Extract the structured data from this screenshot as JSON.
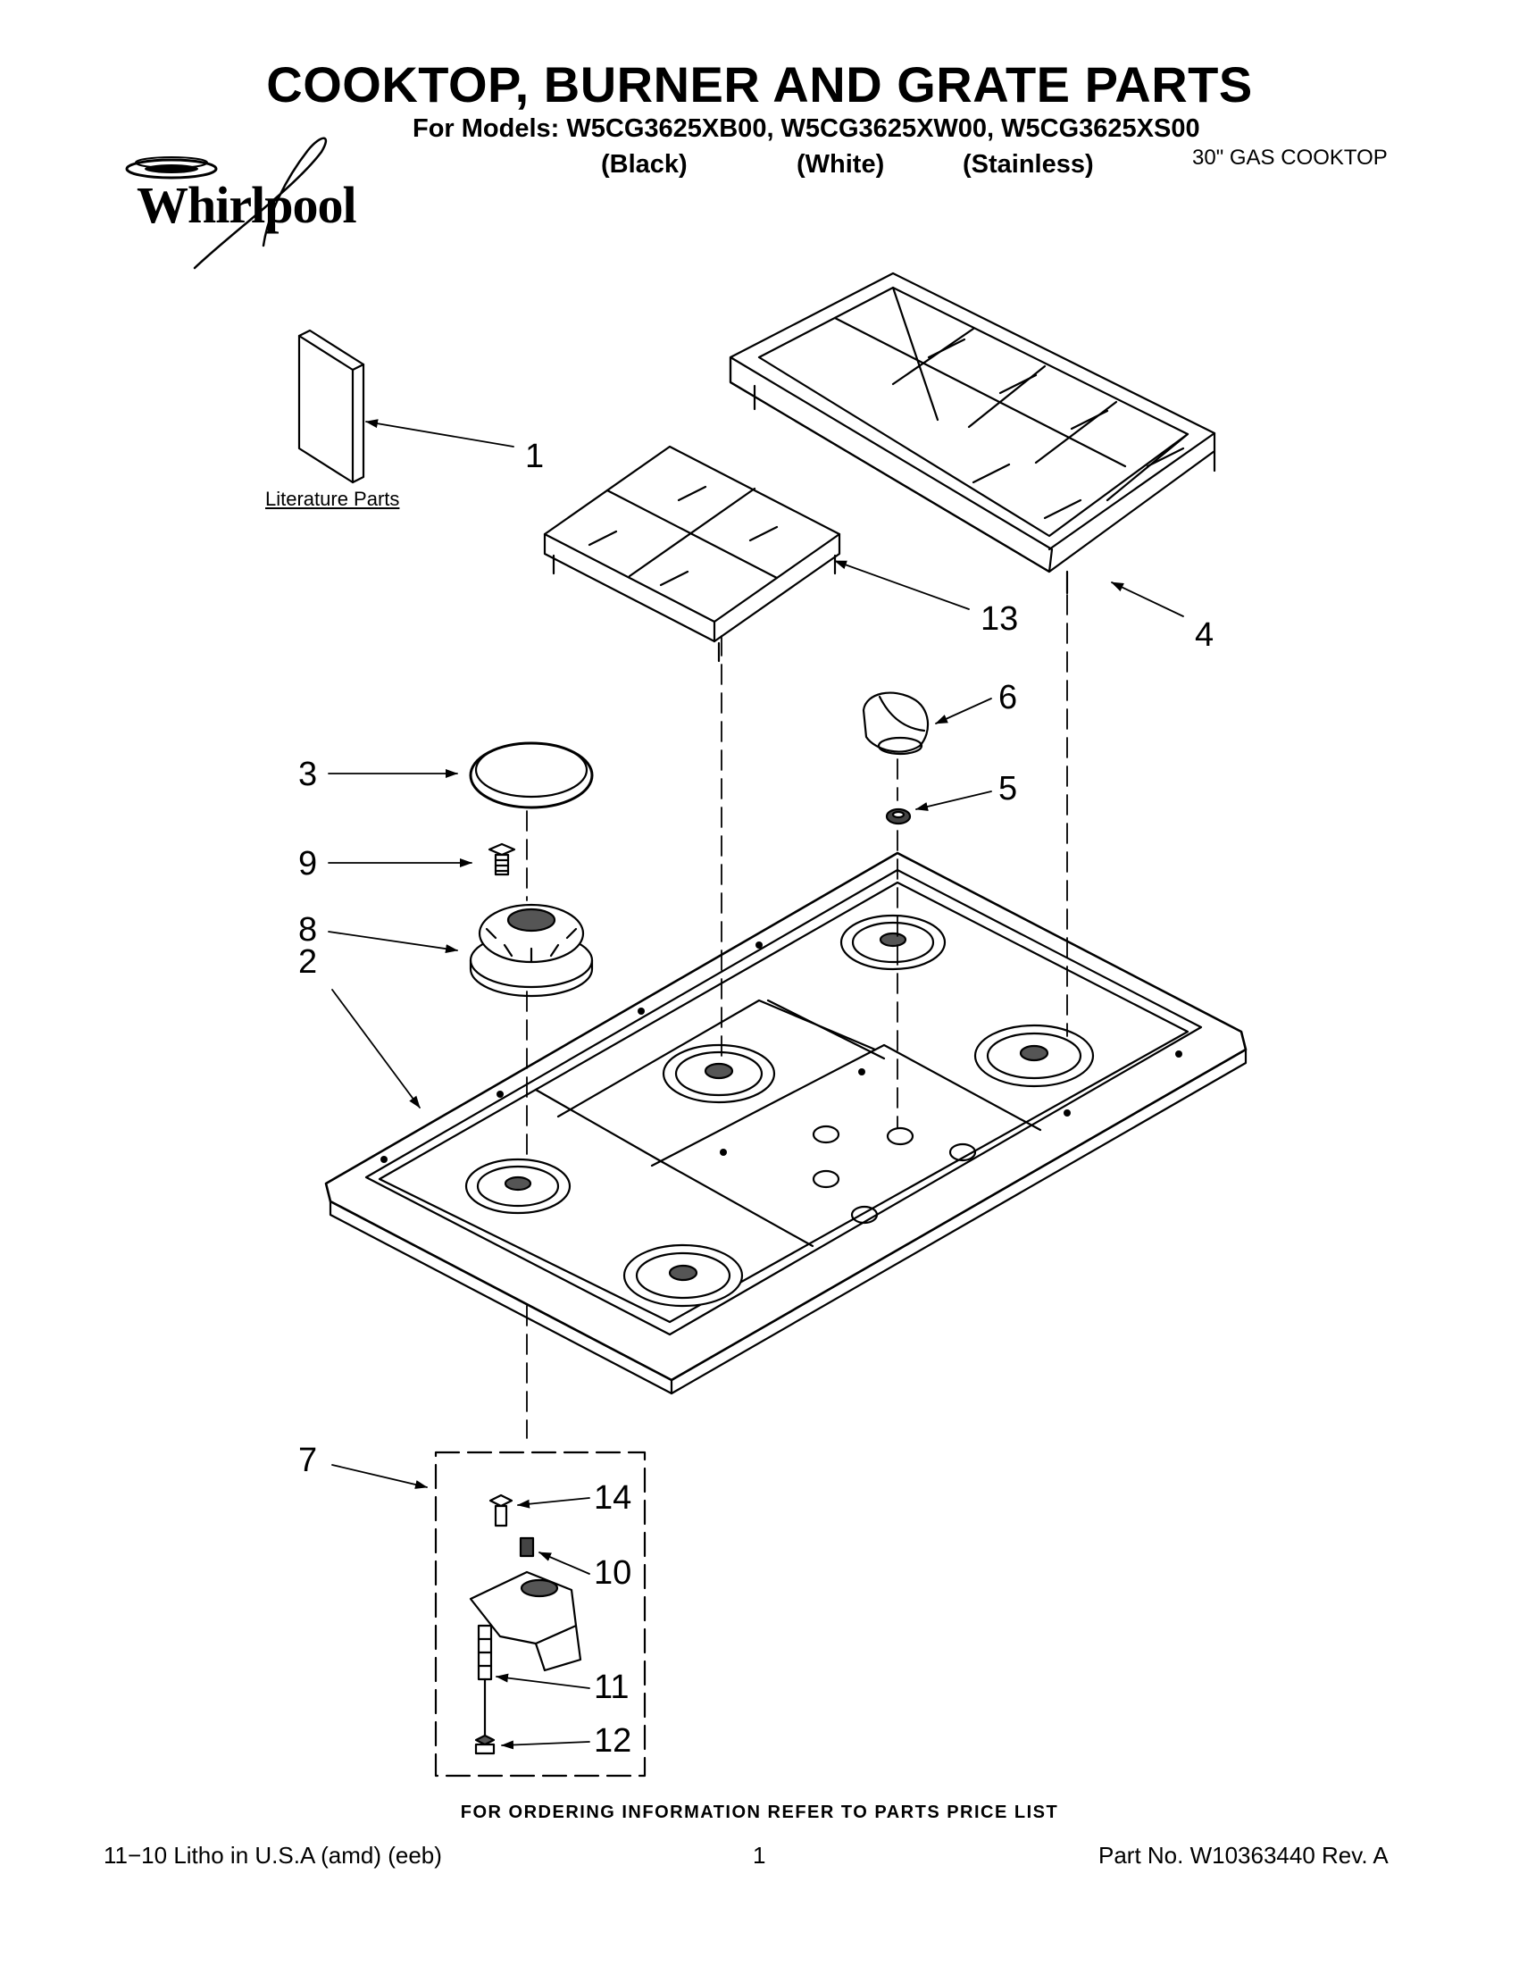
{
  "header": {
    "title": "COOKTOP, BURNER AND GRATE PARTS",
    "models_line": "For Models: W5CG3625XB00, W5CG3625XW00, W5CG3625XS00",
    "finishes": [
      "(Black)",
      "(White)",
      "(Stainless)"
    ],
    "product_type": "30\" GAS COOKTOP",
    "brand": "Whirlpool"
  },
  "diagram": {
    "literature_label": "Literature Parts",
    "callouts": [
      "1",
      "2",
      "3",
      "4",
      "5",
      "6",
      "7",
      "8",
      "9",
      "10",
      "11",
      "12",
      "13",
      "14"
    ]
  },
  "footer": {
    "ordering_note": "FOR ORDERING INFORMATION REFER TO PARTS PRICE LIST",
    "litho": "11−10 Litho in U.S.A (amd) (eeb)",
    "page": "1",
    "part_number": "Part No. W10363440 Rev. A"
  }
}
